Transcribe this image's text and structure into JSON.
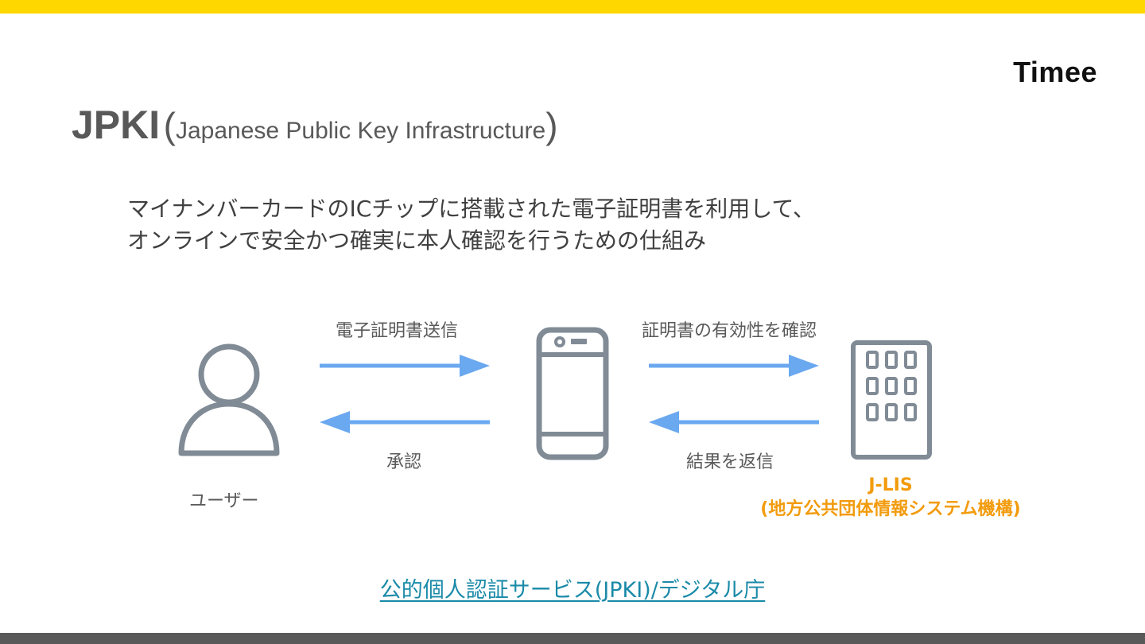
{
  "brand": {
    "logo_text": "Timee",
    "top_bar_color": "#ffd700",
    "bottom_bar_color": "#595959"
  },
  "title": {
    "main": "JPKI",
    "open_paren": "(",
    "subtitle": "Japanese Public Key Infrastructure",
    "close_paren": ")"
  },
  "description": {
    "line1": "マイナンバーカードのICチップに搭載された電子証明書を利用して、",
    "line2": "オンラインで安全かつ確実に本人確認を行うための仕組み"
  },
  "diagram": {
    "arrow_color": "#6aa8f0",
    "icon_color": "#808b96",
    "user_icon": "person-icon",
    "device_icon": "smartphone-icon",
    "org_icon": "building-icon",
    "user_label": "ユーザー",
    "send_label": "電子証明書送信",
    "approve_label": "承認",
    "verify_label": "証明書の有効性を確認",
    "result_label": "結果を返信",
    "org_name": "J-LIS",
    "org_fullname": "(地方公共団体情報システム機構)",
    "org_color": "#f29b0c"
  },
  "footer_link": {
    "text": "公的個人認証サービス(JPKI)/デジタル庁",
    "color": "#1a8aa8"
  }
}
